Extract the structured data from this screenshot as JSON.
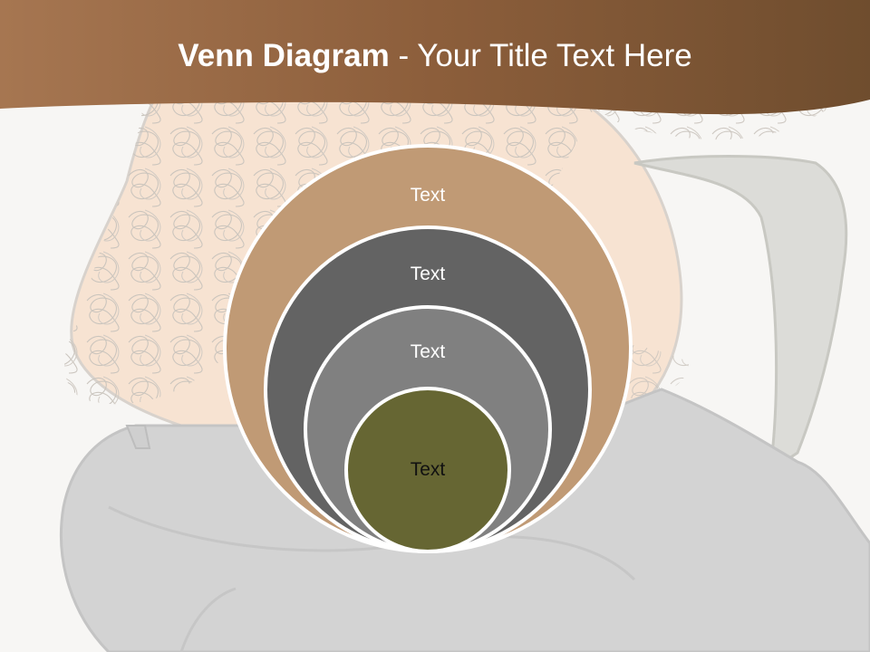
{
  "title": {
    "bold_part": "Venn Diagram",
    "rest_part": " - Your Title Text Here"
  },
  "diagram": {
    "circles": [
      {
        "label": "Text",
        "fill": "#c09a75",
        "text_color": "#ffffff"
      },
      {
        "label": "Text",
        "fill": "#636363",
        "text_color": "#ffffff"
      },
      {
        "label": "Text",
        "fill": "#808080",
        "text_color": "#ffffff"
      },
      {
        "label": "Text",
        "fill": "#666633",
        "text_color": "#111111"
      }
    ]
  },
  "colors": {
    "title_band": "#9c6c45",
    "background": "#f7f6f4",
    "ring_border": "#ffffff"
  }
}
